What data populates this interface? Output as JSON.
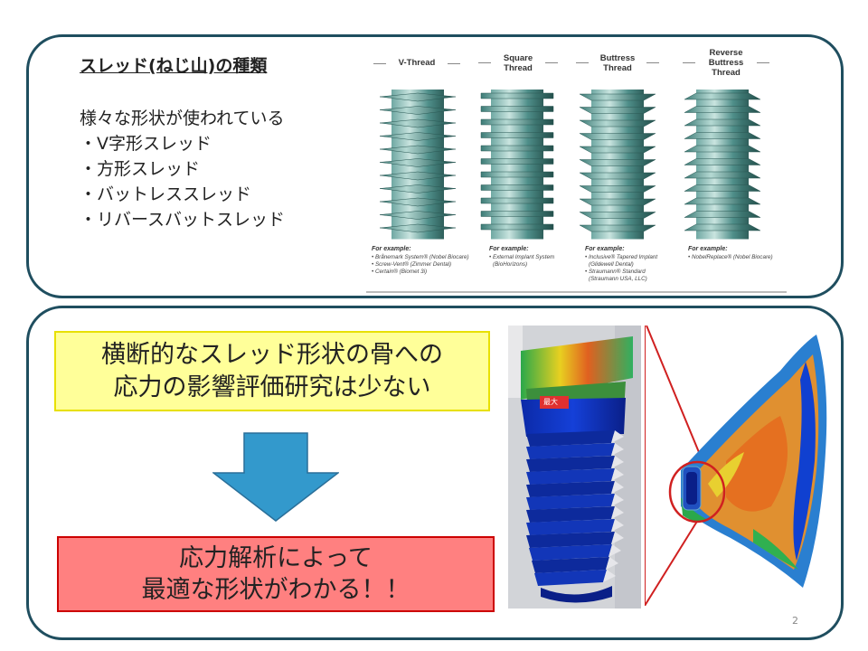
{
  "top_panel": {
    "heading": "スレッド(ねじ山)の種類",
    "intro": "様々な形状が使われている",
    "bullets": [
      "・V字形スレッド",
      "・方形スレッド",
      "・バットレススレッド",
      "・リバースバットスレッド"
    ]
  },
  "thread_figure": {
    "headers": [
      {
        "lines": [
          "V-Thread"
        ]
      },
      {
        "lines": [
          "Square",
          "Thread"
        ]
      },
      {
        "lines": [
          "Buttress",
          "Thread"
        ]
      },
      {
        "lines": [
          "Reverse",
          "Buttress",
          "Thread"
        ]
      }
    ],
    "examples": [
      {
        "title": "For example:",
        "items": [
          "• Brånemark System® (Nobel Biocare)",
          "• Screw-Vent® (Zimmer Dental)",
          "• Certain® (Biomet 3i)"
        ]
      },
      {
        "title": "For example:",
        "items": [
          "• External Implant System",
          "(BioHorizons)"
        ]
      },
      {
        "title": "For example:",
        "items": [
          "• Inclusive® Tapered Implant",
          "(Glidewell Dental)",
          "• Straumann® Standard",
          "(Straumann USA, LLC)"
        ]
      },
      {
        "title": "For example:",
        "items": [
          "• NobelReplace® (Nobel Biocare)"
        ]
      }
    ],
    "thread_color": "#4f8f8a"
  },
  "bottom_panel": {
    "yellow_box": {
      "lines": [
        "横断的なスレッド形状の骨への",
        "応力の影響評価研究は少ない"
      ]
    },
    "red_box": {
      "lines": [
        "応力解析によって",
        "最適な形状がわかる！！"
      ]
    },
    "arrow_color": "#3399cc",
    "fea_max_label": "最大"
  },
  "page_number": "2"
}
